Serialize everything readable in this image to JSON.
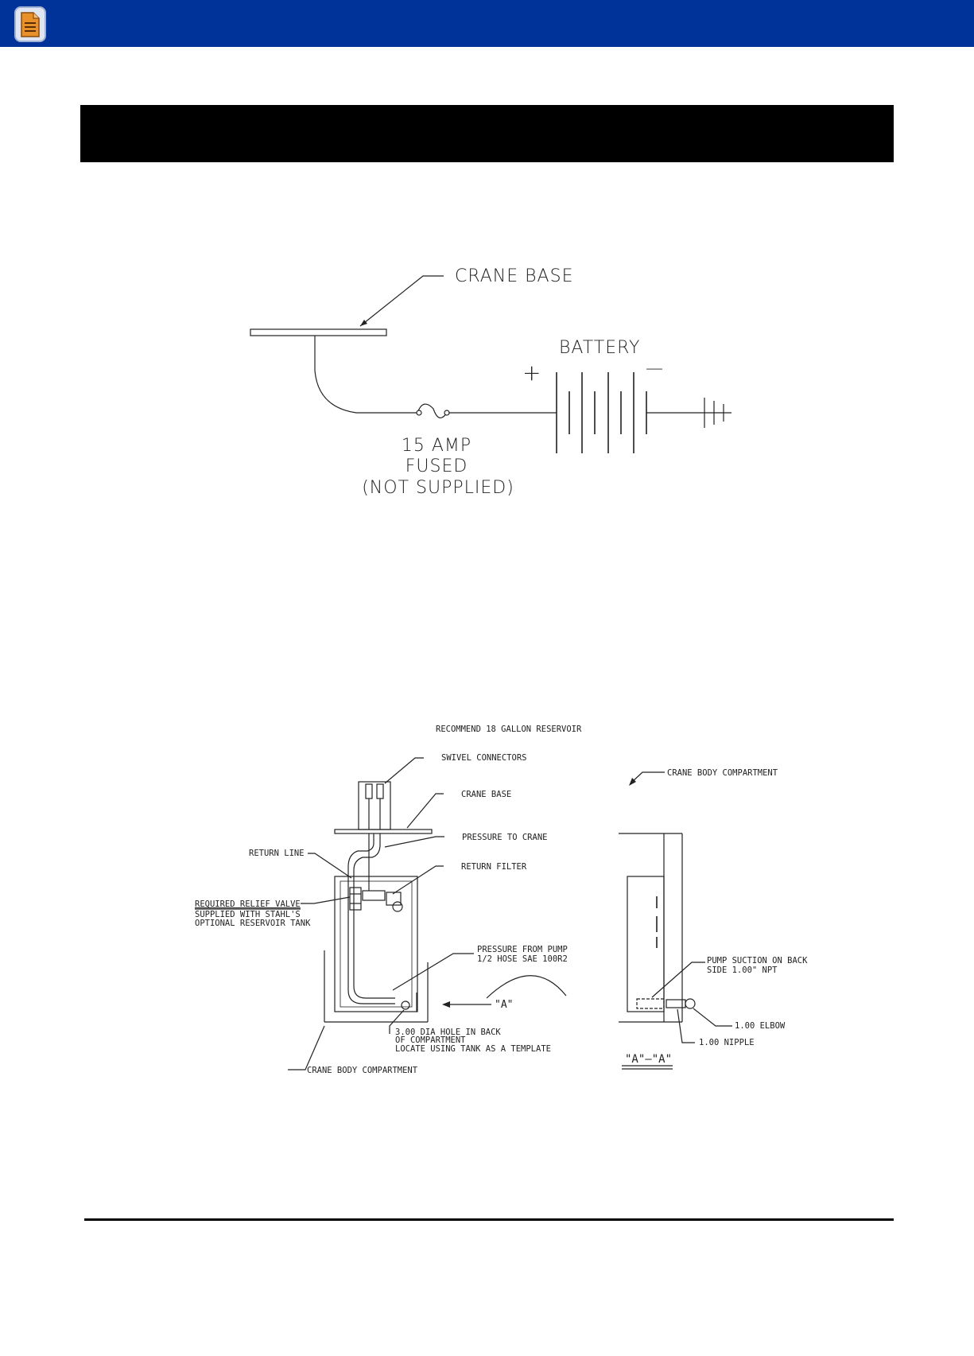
{
  "header": {
    "app_icon": "document-icon",
    "colors": {
      "bar": "#003399",
      "icon": "#e8902a"
    }
  },
  "wiring": {
    "crane_base": "CRANE BASE",
    "battery": "BATTERY",
    "plus": "+",
    "minus": "—",
    "fuse_line1": "15 AMP",
    "fuse_line2": "FUSED",
    "fuse_line3": "(NOT SUPPLIED)"
  },
  "reservoir": {
    "recommend": "RECOMMEND 18 GALLON RESERVOIR",
    "swivel": "SWIVEL CONNECTORS",
    "crane_base": "CRANE BASE",
    "pressure_to_crane": "PRESSURE TO CRANE",
    "return_line": "RETURN LINE",
    "return_filter": "RETURN FILTER",
    "relief_valve": "REQUIRED RELIEF VALVE",
    "supplied_1": "SUPPLIED WITH STAHL'S",
    "supplied_2": "OPTIONAL RESERVOIR TANK",
    "pressure_from_pump_1": "PRESSURE FROM PUMP",
    "pressure_from_pump_2": "1/2 HOSE SAE 100R2",
    "section_a": "\"A\"",
    "hole_1": "3.00 DIA HOLE IN BACK",
    "hole_2": "OF COMPARTMENT",
    "hole_3": "LOCATE USING TANK AS A TEMPLATE",
    "crane_body_bottom": "CRANE BODY COMPARTMENT",
    "crane_body_right": "CRANE BODY COMPARTMENT",
    "pump_suction_1": "PUMP SUCTION ON BACK",
    "pump_suction_2": "SIDE 1.00\" NPT",
    "elbow": "1.00 ELBOW",
    "nipple": "1.00 NIPPLE",
    "section_label": "\"A\"—\"A\""
  }
}
